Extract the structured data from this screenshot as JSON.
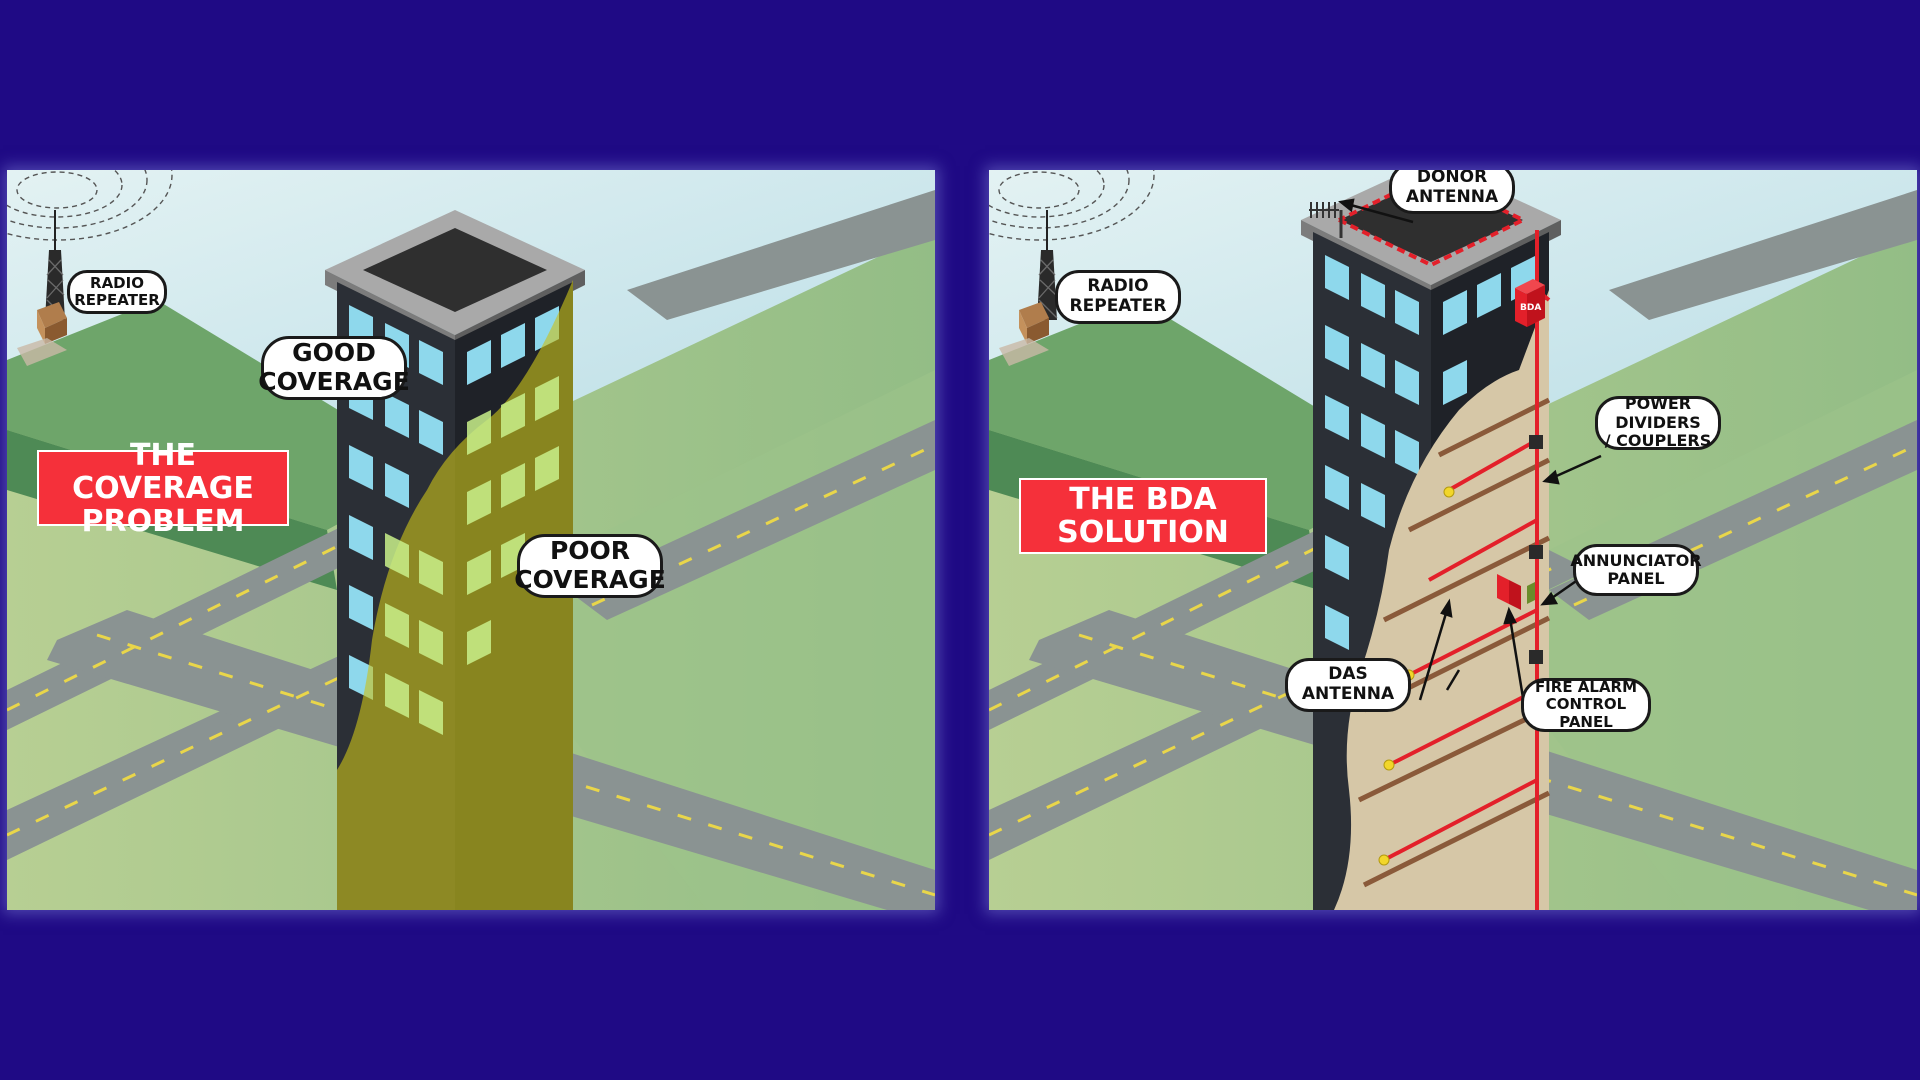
{
  "left_panel": {
    "title": "THE COVERAGE\nPROBLEM",
    "labels": {
      "radio_repeater": "RADIO\nREPEATER",
      "good_coverage": "GOOD\nCOVERAGE",
      "poor_coverage": "POOR\nCOVERAGE"
    }
  },
  "right_panel": {
    "title": "THE BDA\nSOLUTION",
    "labels": {
      "radio_repeater": "RADIO\nREPEATER",
      "donor_antenna": "DONOR\nANTENNA",
      "power_dividers": "POWER DIVIDERS\n/ COUPLERS",
      "annunciator_panel": "ANNUNCIATOR\nPANEL",
      "das_antenna": "DAS\nANTENNA",
      "fire_alarm_panel": "FIRE ALARM\nCONTROL PANEL",
      "bda_box": "BDA"
    }
  },
  "colors": {
    "background": "#1f0a85",
    "banner": "#f5303a",
    "sky": "#cfe8ef",
    "grass": "#a9c98c",
    "road": "#8a9392",
    "building": "#2b2f36",
    "window": "#8ed8ec",
    "coverage_overlay": "#c9c21a",
    "cable": "#e3202a",
    "floor": "#d6c7a7"
  }
}
